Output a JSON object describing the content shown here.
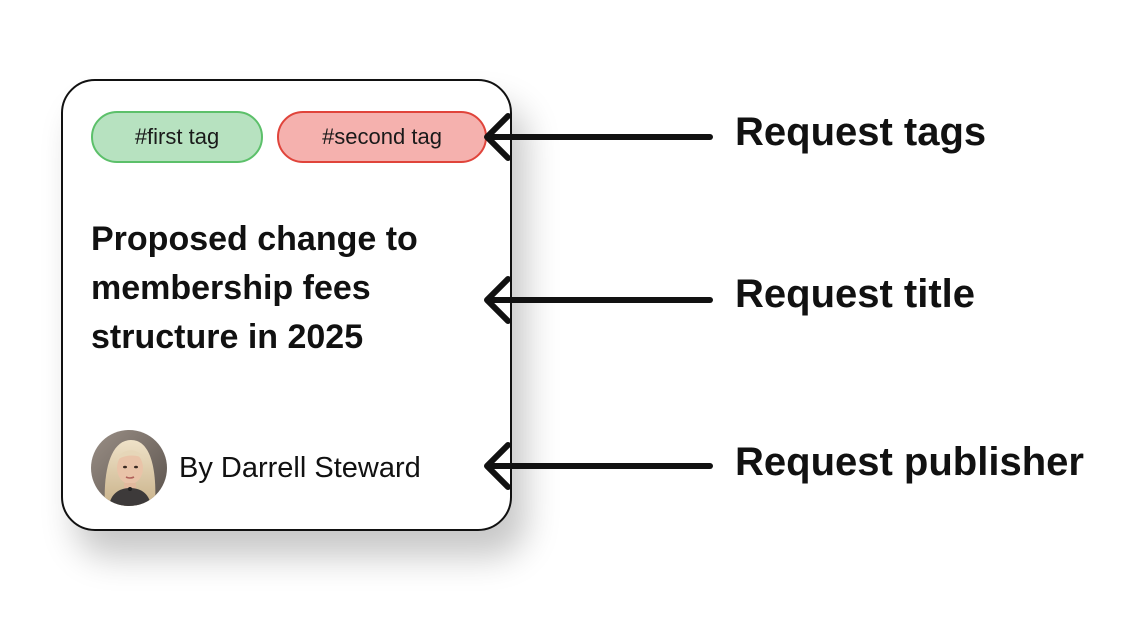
{
  "card": {
    "tags": [
      {
        "label": "#first tag",
        "fill": "#b7e2c0",
        "border": "#5cc06a"
      },
      {
        "label": "#second tag",
        "fill": "#f5b1ae",
        "border": "#e0443b"
      }
    ],
    "title_lines": [
      "Proposed change to",
      "membership fees",
      "structure in 2025"
    ],
    "publisher": "By Darrell Steward"
  },
  "callouts": {
    "tags": "Request tags",
    "title": "Request title",
    "publisher": "Request publisher"
  },
  "colors": {
    "ink": "#111111",
    "shadow": "#00000038"
  },
  "icons": {
    "avatar": "user-avatar-photo",
    "arrow": "left-arrow"
  }
}
